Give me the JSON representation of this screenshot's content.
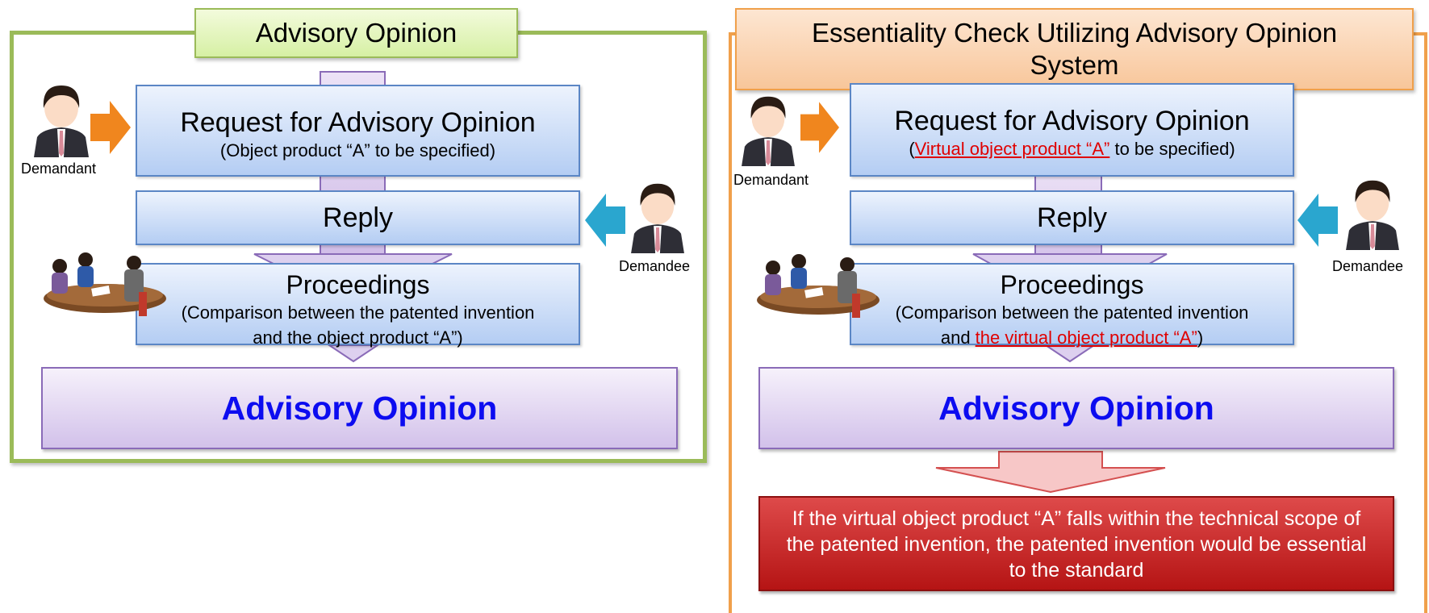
{
  "left_panel": {
    "title": "Advisory Opinion",
    "request": {
      "heading": "Request for Advisory Opinion",
      "sub": "(Object product “A” to be specified)"
    },
    "reply": "Reply",
    "proceedings": {
      "heading": "Proceedings",
      "line1": "(Comparison between the patented invention",
      "line2": "and the object product “A”)"
    },
    "result": "Advisory Opinion",
    "demandant_label": "Demandant",
    "demandee_label": "Demandee"
  },
  "right_panel": {
    "title": "Essentiality Check Utilizing Advisory Opinion System",
    "request": {
      "heading": "Request for Advisory Opinion",
      "sub_open": "(",
      "sub_highlight": "Virtual object product “A”",
      "sub_rest": " to be specified)"
    },
    "reply": "Reply",
    "proceedings": {
      "heading": "Proceedings",
      "line1": "(Comparison between the patented invention",
      "line2_prefix": "and ",
      "line2_highlight": "the virtual object product “A”",
      "line2_suffix": ")"
    },
    "result": "Advisory Opinion",
    "conclusion": "If the virtual object product “A” falls within the technical scope of the patented invention, the patented invention would be essential to the standard",
    "demandant_label": "Demandant",
    "demandee_label": "Demandee"
  },
  "colors": {
    "left_frame": "#9bbb59",
    "right_frame": "#f0a04b",
    "demandant_arrow": "#f0861e",
    "demandee_arrow": "#2aa6cf",
    "result_text": "#0c0cf0",
    "highlight_text": "#e00000",
    "conclusion_bg": "#c62828"
  },
  "icons": [
    "person-icon",
    "meeting-icon",
    "right-arrow-icon",
    "left-arrow-icon",
    "down-arrow-icon"
  ]
}
